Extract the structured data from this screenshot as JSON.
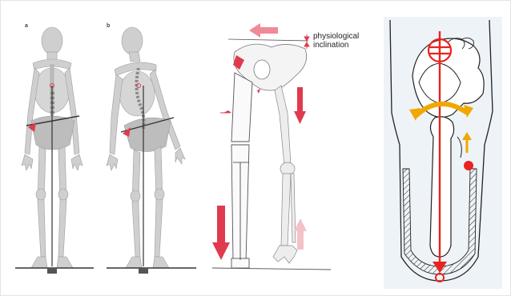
{
  "figure": {
    "panel_a_letter": "a",
    "panel_b_letter": "b",
    "annotation_line1": "physiological",
    "annotation_line2": "inclination"
  },
  "colors": {
    "bone": "#cfcfcf",
    "bone_dark": "#b8b8b8",
    "accent_red": "#e03a4e",
    "pale_red": "#f2c0c6",
    "line_dark": "#333333",
    "orange": "#f0a800",
    "panel4_bg": "#eef3f8",
    "bright_red": "#e8231f"
  },
  "icons": [
    "skeleton-front-icon",
    "skeleton-tilted-icon",
    "pelvis-leg-outline-icon",
    "arrow-left-icon",
    "arrow-down-icon",
    "arrow-up-icon",
    "crosshair-target-icon",
    "curved-arrow-icon"
  ]
}
